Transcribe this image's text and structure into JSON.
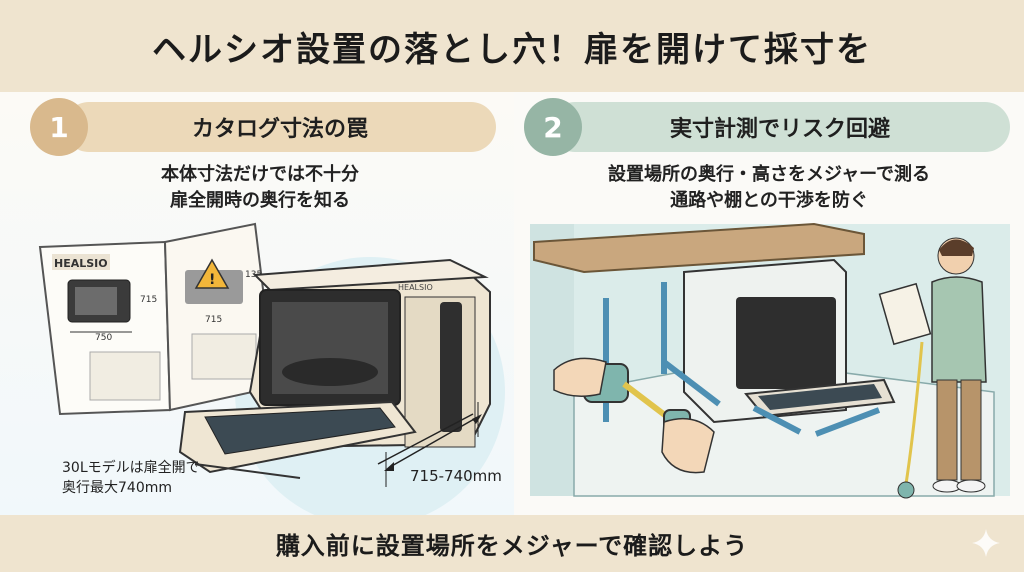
{
  "title": "ヘルシオ設置の落とし穴！扉を開けて採寸を",
  "left": {
    "number": "1",
    "heading": "カタログ寸法の罠",
    "line1": "本体寸法だけでは不十分",
    "line2": "扉全開時の奥行を知る",
    "catalog_brand": "HEALSIO",
    "catalog_w": "750",
    "catalog_h": "715",
    "catalog_w2": "715",
    "catalog_h2": "135",
    "depth_label": "715-740mm",
    "note1": "30Lモデルは扉全開で",
    "note2": "奥行最大740mm",
    "oven_brand": "HEALSIO"
  },
  "right": {
    "number": "2",
    "heading": "実寸計測でリスク回避",
    "line1": "設置場所の奥行・高さをメジャーで測る",
    "line2": "通路や棚との干渉を防ぐ"
  },
  "footer": "購入前に設置場所をメジャーで確認しよう",
  "colors": {
    "circle1": "#d9b98d",
    "pill1": "#ecd9b9",
    "circle2": "#96b5a5",
    "pill2": "#cfe0d5",
    "arrow": "#4d8fb3"
  }
}
